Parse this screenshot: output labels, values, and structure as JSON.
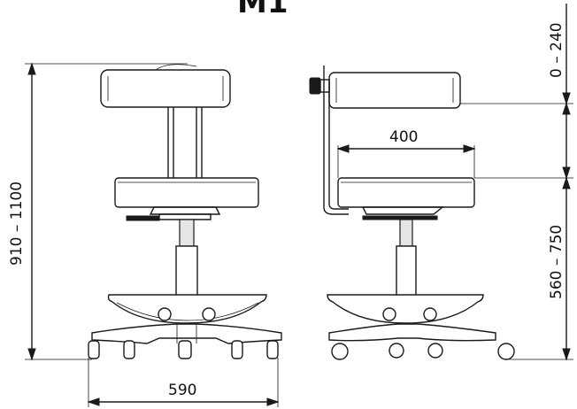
{
  "title": "M1",
  "dimensions": {
    "total_height": "910 – 1100",
    "backrest_adjust": "0 – 240",
    "seat_height": "560 – 750",
    "seat_width": "400",
    "base_width": "590"
  }
}
